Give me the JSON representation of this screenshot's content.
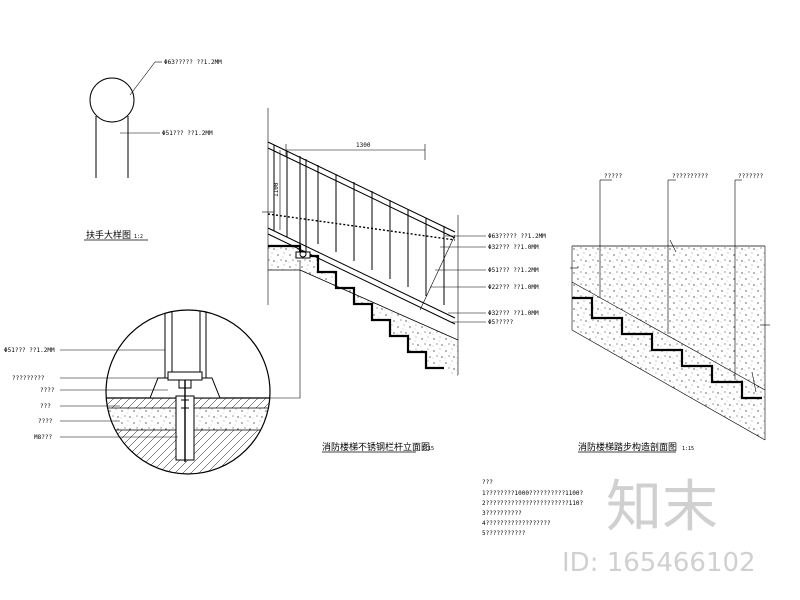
{
  "detail_handrail_section": {
    "label_top": "Φ63?????  ??1.2MM",
    "label_bottom": "Φ51???  ??1.2MM",
    "title": "扶手大样图",
    "scale": "1:2"
  },
  "stair_elevation": {
    "dim_width": "1300",
    "dim_height": "1100",
    "label_1": "Φ63?????  ??1.2MM",
    "label_2": "Φ32???  ??1.0MM",
    "label_3": "Φ51???  ??1.2MM",
    "label_4": "Φ22???  ??1.0MM",
    "label_5": "Φ32???  ??1.0MM",
    "label_6": "Φ5?????",
    "title": "消防楼梯不锈钢栏杆立面图",
    "scale": "1:15"
  },
  "base_detail": {
    "label_1": "Φ51???  ??1.2MM",
    "label_2": "?????????",
    "label_3": "????",
    "label_4": "???",
    "label_5": "????",
    "label_6": "M8???"
  },
  "stair_section": {
    "label_1": "?????",
    "label_2": "??????????",
    "label_3": "???????",
    "title": "消防楼梯踏步构造剖面图",
    "scale": "1:15"
  },
  "notes": {
    "heading": "???",
    "lines": [
      "1????????1000??????????1100?",
      "2???????????????????????110?",
      "3??????????",
      "4??????????????????",
      "5???????????"
    ]
  },
  "watermark": {
    "brand": "知末",
    "id": "ID: 165466102"
  }
}
